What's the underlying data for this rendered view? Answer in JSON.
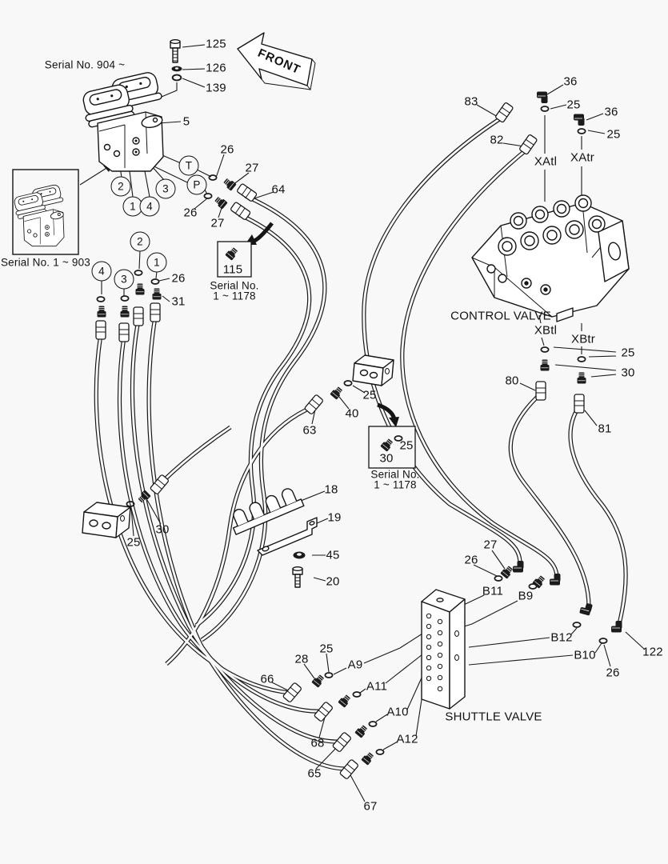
{
  "texts": {
    "front": "FRONT",
    "serial904": "Serial No. 904 ~",
    "serial903": "Serial No. 1 ~ 903",
    "control_valve": "CONTROL VALVE",
    "shuttle_valve": "SHUTTLE VALVE",
    "serial_no": "Serial No.",
    "serial_range": "1 ~ 1178"
  },
  "callouts": {
    "c125": "125",
    "c126": "126",
    "c139": "139",
    "c5": "5",
    "t2a": "2",
    "t1a": "1",
    "t4a": "4",
    "t3a": "3",
    "tT": "T",
    "tP": "P",
    "c26a": "26",
    "c27a": "27",
    "c26b": "26",
    "c27b": "27",
    "c64": "64",
    "c115": "115",
    "c4b": "4",
    "c3b": "3",
    "c2b": "2",
    "c1b": "1",
    "c26c": "26",
    "c31": "31",
    "c83": "83",
    "c36a": "36",
    "c25a": "25",
    "c82": "82",
    "c36b": "36",
    "c25b": "25",
    "xatl": "XAtl",
    "xatr": "XAtr",
    "xbtl": "XBtl",
    "xbtr": "XBtr",
    "c25c": "25",
    "c30a": "30",
    "c80": "80",
    "c81": "81",
    "c25d": "25",
    "c40": "40",
    "c63": "63",
    "c25e": "25",
    "c30b": "30",
    "c18": "18",
    "c19": "19",
    "c45": "45",
    "c20": "20",
    "c25f": "25",
    "c30c": "30",
    "c27c": "27",
    "c26d": "26",
    "b11": "B11",
    "b9": "B9",
    "b12": "B12",
    "b10": "B10",
    "c122": "122",
    "c26e": "26",
    "c28": "28",
    "c25g": "25",
    "a9": "A9",
    "c66": "66",
    "a11": "A11",
    "a10": "A10",
    "c68": "68",
    "c65": "65",
    "a12": "A12",
    "c67": "67"
  }
}
